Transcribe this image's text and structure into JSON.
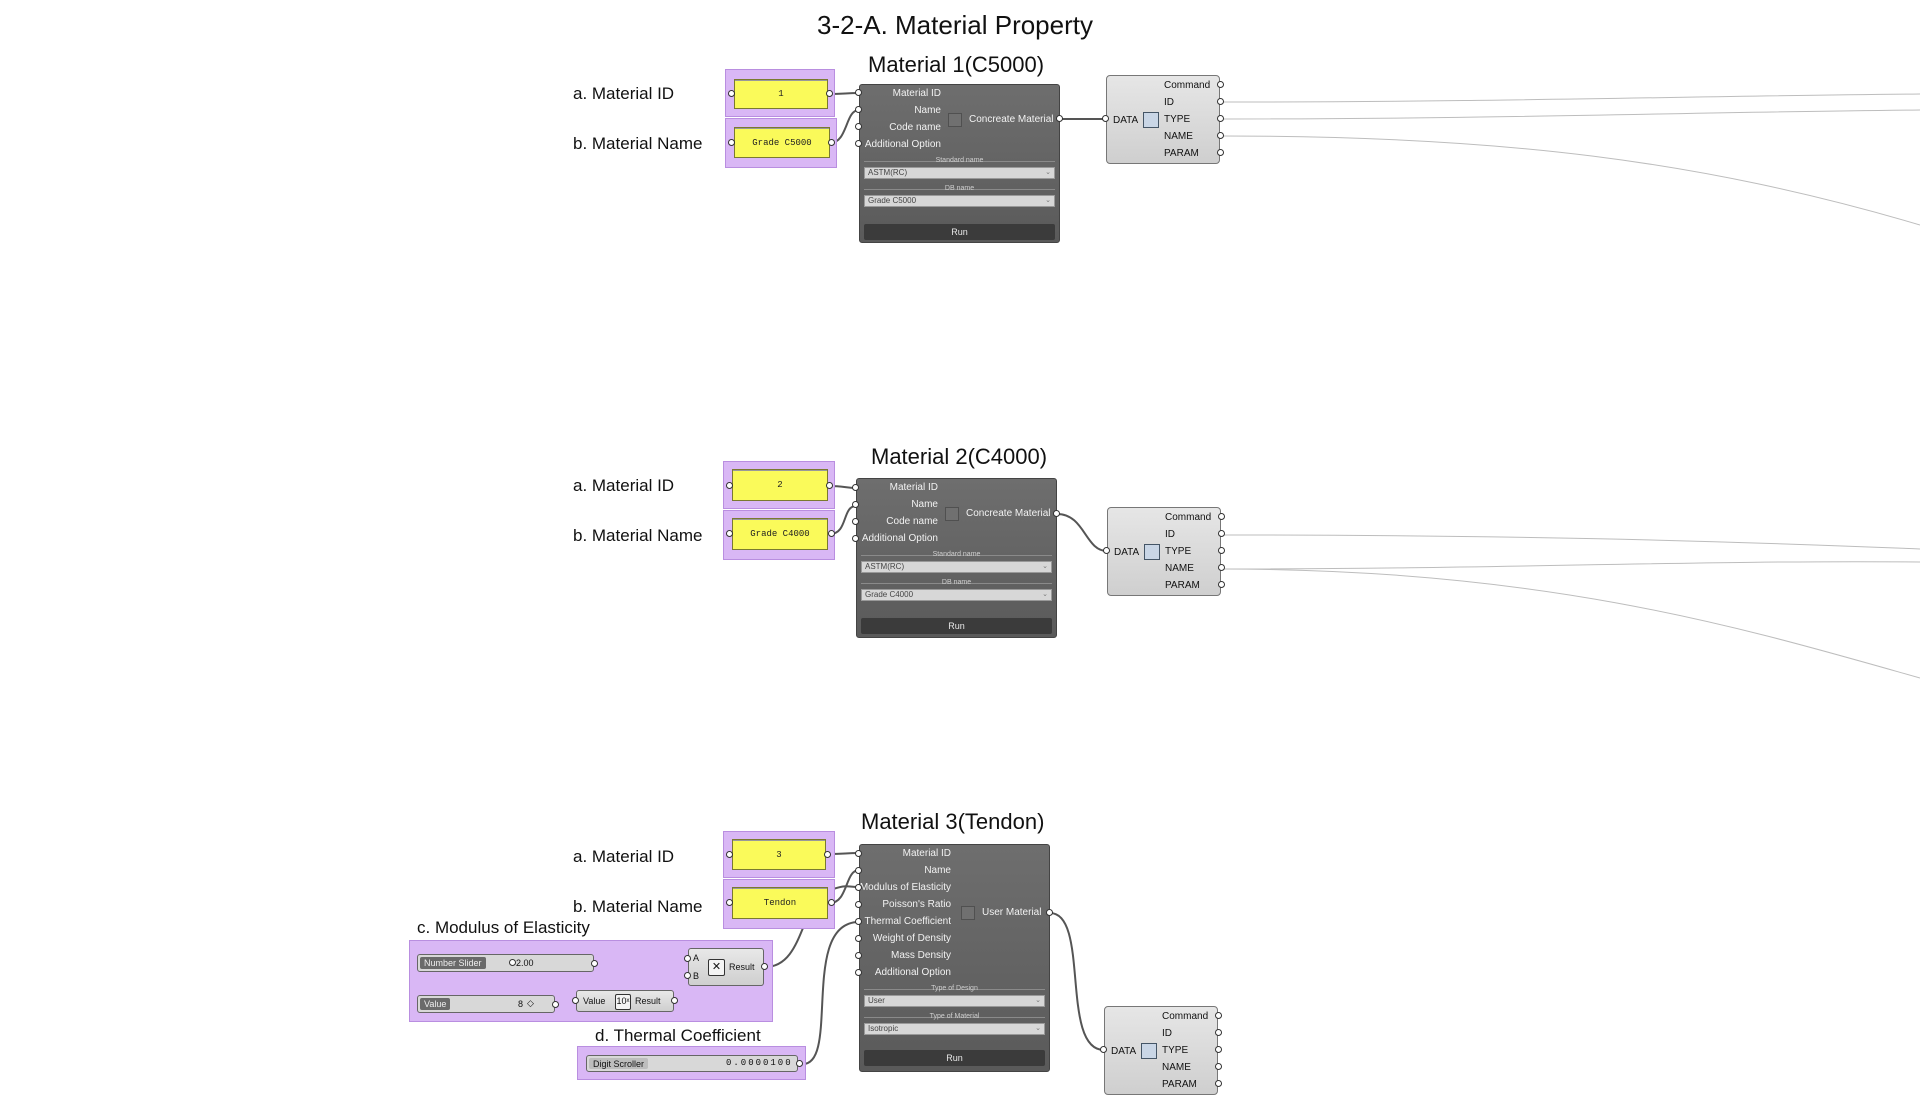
{
  "page_title": "3-2-A. Material Property",
  "groups": [
    {
      "title": "Material 1(C5000)",
      "id_label": "a. Material ID",
      "name_label": "b. Material Name",
      "id_value": "1",
      "name_value": "Grade C5000",
      "inputs": [
        "Material ID",
        "Name",
        "Code name",
        "Additional Option"
      ],
      "output": "Concreate Material",
      "section1": "Standard name",
      "drop1": "ASTM(RC)",
      "section2": "DB name",
      "drop2": "Grade C5000",
      "run": "Run"
    },
    {
      "title": "Material 2(C4000)",
      "id_label": "a. Material ID",
      "name_label": "b. Material Name",
      "id_value": "2",
      "name_value": "Grade C4000",
      "inputs": [
        "Material ID",
        "Name",
        "Code name",
        "Additional Option"
      ],
      "output": "Concreate Material",
      "section1": "Standard name",
      "drop1": "ASTM(RC)",
      "section2": "DB name",
      "drop2": "Grade C4000",
      "run": "Run"
    },
    {
      "title": "Material 3(Tendon)",
      "id_label": "a. Material ID",
      "name_label": "b. Material Name",
      "id_value": "3",
      "name_value": "Tendon",
      "inputs": [
        "Material ID",
        "Name",
        "Modulus of Elasticity",
        "Poisson's Ratio",
        "Thermal Coefficient",
        "Weight of Density",
        "Mass Density",
        "Additional Option"
      ],
      "output": "User Material",
      "section1": "Type of Design",
      "drop1": "User",
      "section2": "Type of Material",
      "drop2": "Isotropic",
      "run": "Run"
    }
  ],
  "data_component": {
    "input": "DATA",
    "outputs": [
      "Command",
      "ID",
      "TYPE",
      "NAME",
      "PARAM"
    ]
  },
  "modulus": {
    "title": "c. Modulus of Elasticity",
    "slider_name": "Number Slider",
    "slider_value": "2.00",
    "value_name": "Value",
    "value_value": "8",
    "mult_a": "A",
    "mult_b": "B",
    "mult_result": "Result",
    "pow_input": "Value",
    "pow_result": "Result"
  },
  "thermal": {
    "title": "d. Thermal Coefficient",
    "scroller_name": "Digit Scroller",
    "scroller_value": "0.0000100"
  }
}
